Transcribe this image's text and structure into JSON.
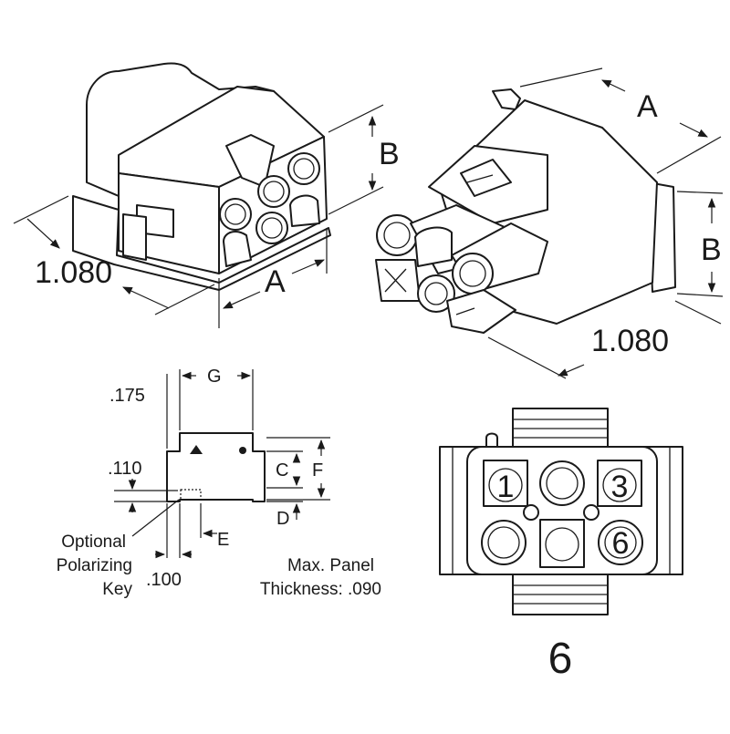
{
  "labels": {
    "dim_length": "1.080",
    "dim_a": "A",
    "dim_b": "B",
    "dim_c": "C",
    "dim_d": "D",
    "dim_e": "E",
    "dim_f": "F",
    "dim_g": "G",
    "dim_175": ".175",
    "dim_110": ".110",
    "dim_100": ".100",
    "optional_key_line1": "Optional",
    "optional_key_line2": "Polarizing",
    "optional_key_line3": "Key",
    "max_panel_line1": "Max. Panel",
    "max_panel_line2": "Thickness: .090",
    "pin_1": "1",
    "pin_3": "3",
    "pin_6": "6",
    "position_count": "6"
  }
}
